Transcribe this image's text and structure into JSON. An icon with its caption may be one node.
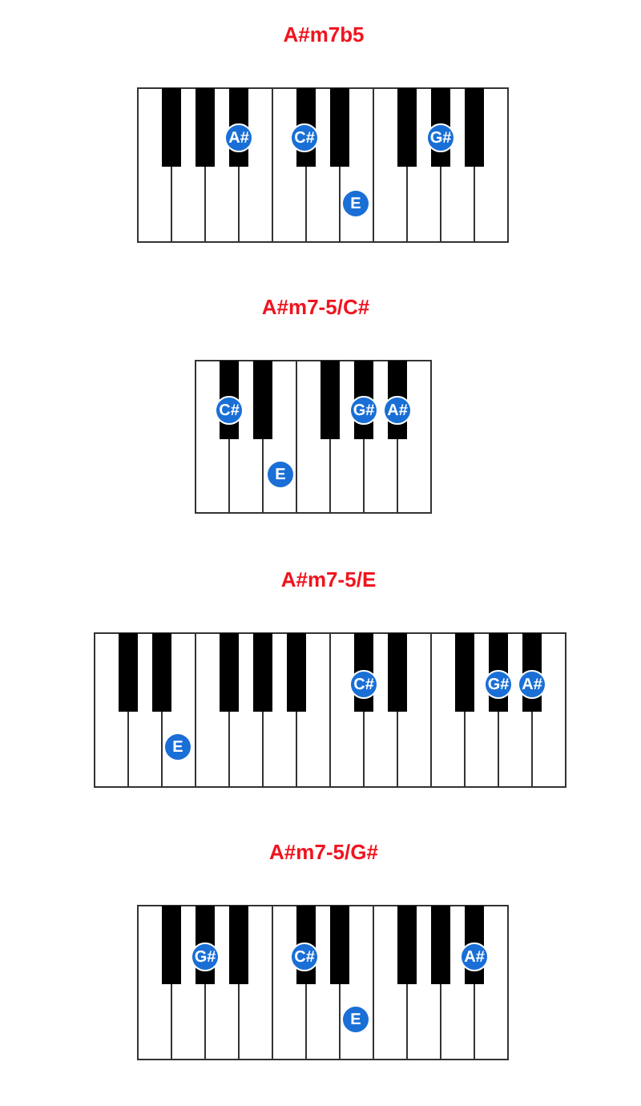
{
  "diagram": {
    "labels": [
      "A#m7b5",
      "A#",
      "C#",
      "G#",
      "E",
      "A#m7-5/C#",
      "C#",
      "G#",
      "A#",
      "E",
      "A#m7-5/E",
      "C#",
      "G#",
      "A#",
      "E",
      "A#m7-5/G#",
      "G#",
      "C#",
      "A#",
      "E"
    ]
  }
}
